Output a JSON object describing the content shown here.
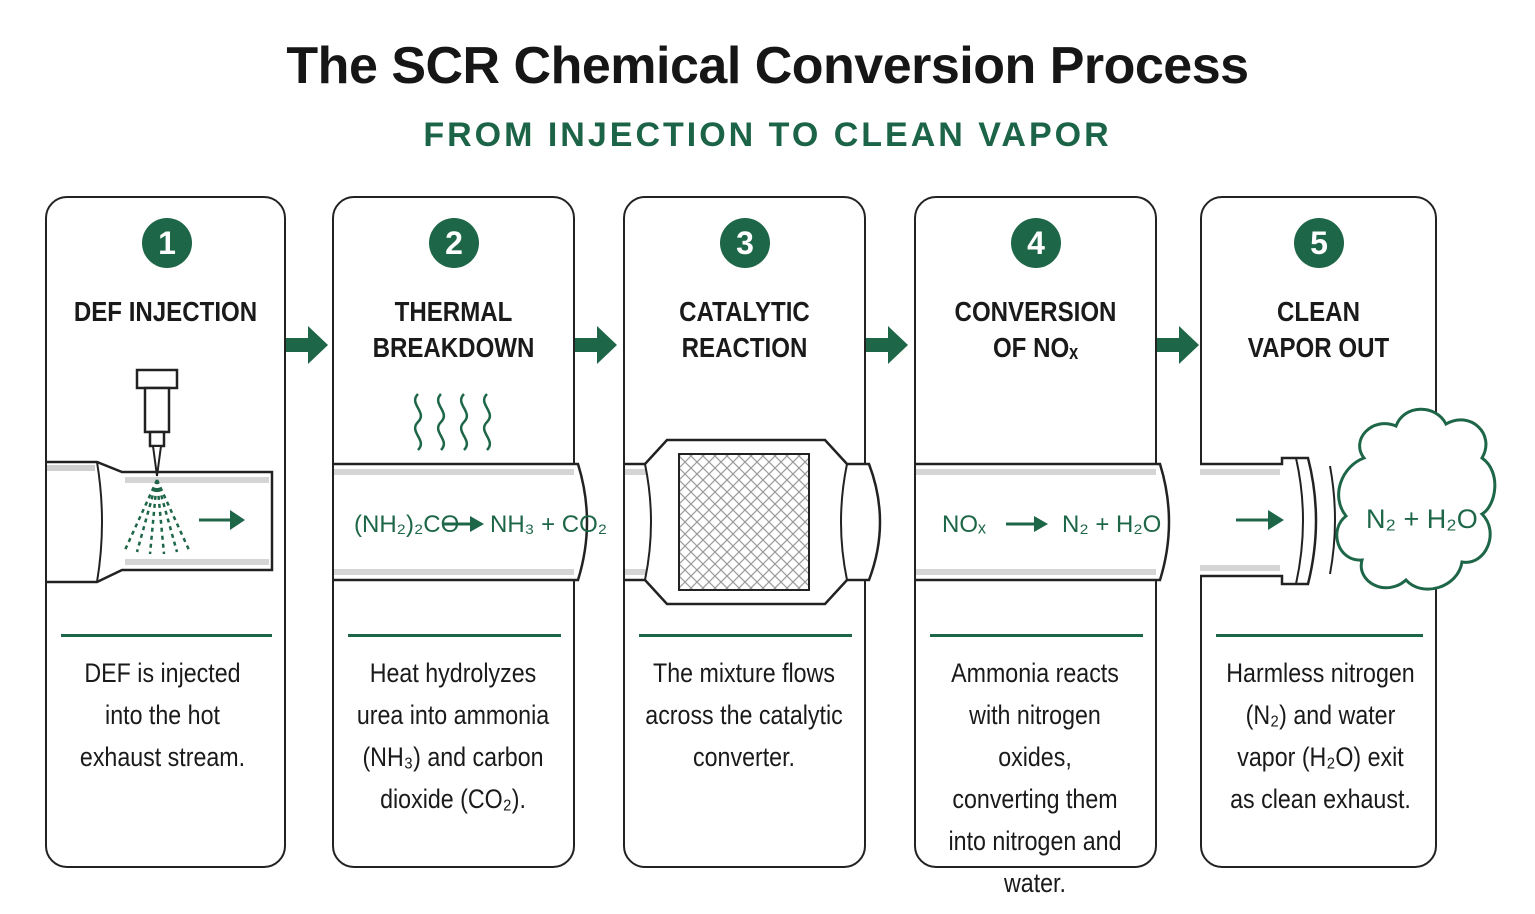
{
  "title": "The SCR Chemical Conversion Process",
  "subtitle": "FROM INJECTION TO CLEAN VAPOR",
  "colors": {
    "accent": "#1d6647",
    "outline": "#222222"
  },
  "steps": [
    {
      "number": "1",
      "title_lines": [
        "DEF INJECTION"
      ],
      "desc_lines": [
        "DEF is injected",
        "into the hot",
        "exhaust stream."
      ]
    },
    {
      "number": "2",
      "title_lines": [
        "THERMAL",
        "BREAKDOWN"
      ],
      "equation": {
        "left": "(NH₂)₂CO",
        "right": "NH₃ + CO₂"
      },
      "desc_lines": [
        "Heat hydrolyzes",
        "urea into ammonia",
        "(NH₃) and carbon",
        "dioxide (CO₂)."
      ]
    },
    {
      "number": "3",
      "title_lines": [
        "CATALYTIC",
        "REACTION"
      ],
      "desc_lines": [
        "The mixture flows",
        "across the catalytic",
        "converter."
      ]
    },
    {
      "number": "4",
      "title_lines": [
        "CONVERSION",
        "OF NOₓ"
      ],
      "equation": {
        "left": "NOₓ",
        "right": "N₂ + H₂O"
      },
      "desc_lines": [
        "Ammonia reacts",
        "with nitrogen oxides,",
        "converting them",
        "into nitrogen and",
        "water."
      ]
    },
    {
      "number": "5",
      "title_lines": [
        "CLEAN",
        "VAPOR OUT"
      ],
      "cloud_text": "N₂ + H₂O",
      "desc_lines": [
        "Harmless nitrogen",
        "(N₂) and water",
        "vapor (H₂O) exit",
        "as clean exhaust."
      ]
    }
  ]
}
